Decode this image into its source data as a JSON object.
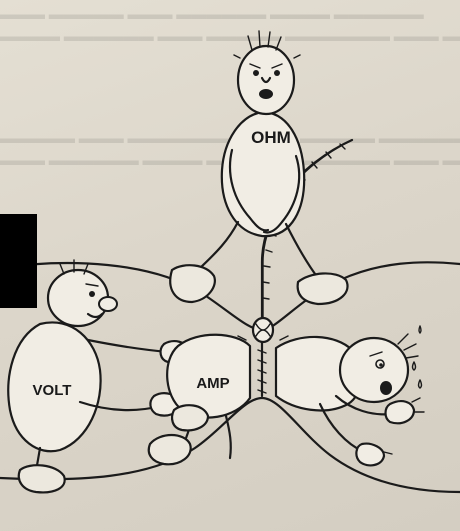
{
  "illustration": {
    "labels": {
      "ohm": "OHM",
      "volt": "VOLT",
      "amp": "AMP"
    }
  }
}
